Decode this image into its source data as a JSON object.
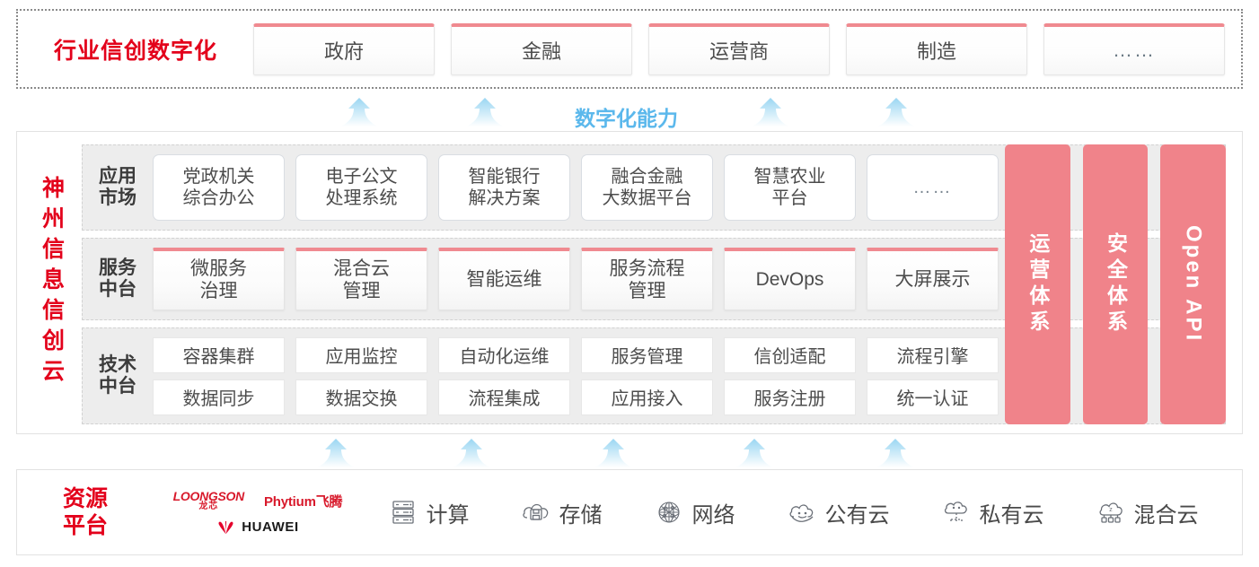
{
  "industry": {
    "title": "行业信创数字化",
    "boxes": [
      {
        "label": "政府"
      },
      {
        "label": "金融"
      },
      {
        "label": "运营商"
      },
      {
        "label": "制造"
      },
      {
        "label": "……"
      }
    ]
  },
  "capability": {
    "label": "数字化能力",
    "color": "#5bb8ec",
    "upper_arrow_count": 4,
    "lower_arrow_count": 5
  },
  "cloud": {
    "title": "神州信息信创云",
    "accent_color": "#e3001b",
    "tiers": [
      {
        "name": "app-market",
        "label": "应用\n市场",
        "label_line1": "应用",
        "label_line2": "市场",
        "items": [
          {
            "line1": "党政机关",
            "line2": "综合办公"
          },
          {
            "line1": "电子公文",
            "line2": "处理系统"
          },
          {
            "line1": "智能银行",
            "line2": "解决方案"
          },
          {
            "line1": "融合金融",
            "line2": "大数据平台"
          },
          {
            "line1": "智慧农业",
            "line2": "平台"
          },
          {
            "line1": "……",
            "line2": ""
          }
        ]
      },
      {
        "name": "service-platform",
        "label_line1": "服务",
        "label_line2": "中台",
        "items": [
          {
            "line1": "微服务",
            "line2": "治理"
          },
          {
            "line1": "混合云",
            "line2": "管理"
          },
          {
            "line1": "智能运维",
            "line2": ""
          },
          {
            "line1": "服务流程",
            "line2": "管理"
          },
          {
            "line1": "DevOps",
            "line2": ""
          },
          {
            "line1": "大屏展示",
            "line2": ""
          }
        ]
      },
      {
        "name": "tech-platform",
        "label_line1": "技术",
        "label_line2": "中台",
        "row1": [
          "容器集群",
          "应用监控",
          "自动化运维",
          "服务管理",
          "信创适配",
          "流程引擎"
        ],
        "row2": [
          "数据同步",
          "数据交换",
          "流程集成",
          "应用接入",
          "服务注册",
          "统一认证"
        ]
      }
    ],
    "pillars": [
      {
        "label": "运营体系",
        "type": "cjk"
      },
      {
        "label": "安全体系",
        "type": "cjk"
      },
      {
        "label": "Open API",
        "type": "latin"
      }
    ],
    "pillar_color": "#f0838a"
  },
  "resource": {
    "title_line1": "资源",
    "title_line2": "平台",
    "vendors": [
      {
        "name": "loongson",
        "en": "LOONGSON",
        "cn": "龙芯"
      },
      {
        "name": "phytium",
        "text": "Phytium飞腾"
      },
      {
        "name": "huawei",
        "text": "HUAWEI"
      }
    ],
    "items": [
      {
        "icon": "server-icon",
        "label": "计算"
      },
      {
        "icon": "cloud-storage-icon",
        "label": "存储"
      },
      {
        "icon": "network-icon",
        "label": "网络"
      },
      {
        "icon": "public-cloud-icon",
        "label": "公有云"
      },
      {
        "icon": "private-cloud-icon",
        "label": "私有云"
      },
      {
        "icon": "hybrid-cloud-icon",
        "label": "混合云"
      }
    ]
  }
}
